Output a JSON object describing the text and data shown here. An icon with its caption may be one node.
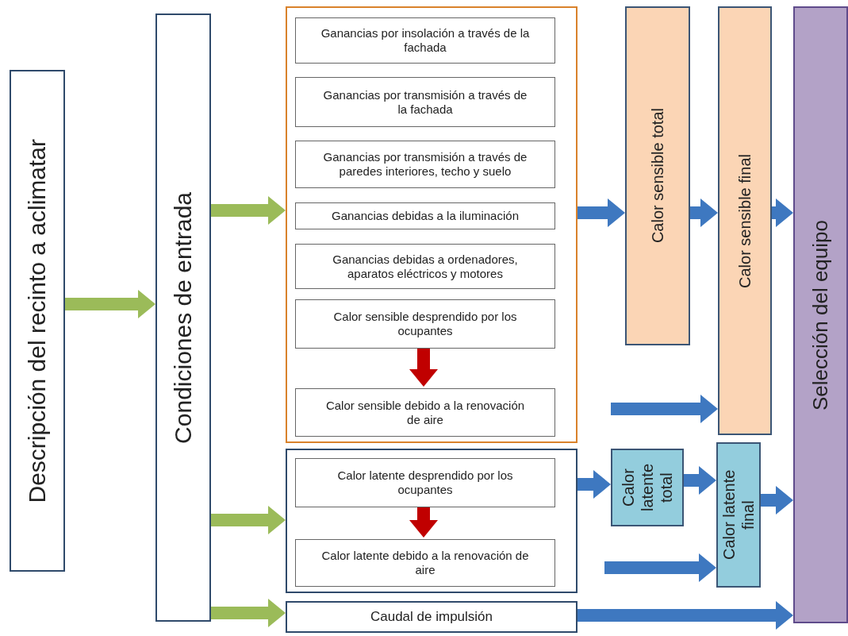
{
  "diagram": {
    "nodes": [
      {
        "text": [
          "Descripción del recinto a aclimatar"
        ]
      },
      {
        "text": [
          "Condiciones de entrada"
        ]
      },
      {
        "text": [],
        "shape": "box"
      },
      {
        "text": [
          "Ganancias por insolación a través de la fachada"
        ],
        "in": 2
      },
      {
        "text": [
          "Ganancias por transmisión a través de la fachada"
        ],
        "in": 2
      },
      {
        "text": [
          "Ganancias por transmisión a través de paredes interiores, techo y suelo"
        ],
        "in": 2
      },
      {
        "text": [
          "Ganancias debidas a la iluminación"
        ],
        "in": 2
      },
      {
        "text": [
          "Ganancias debidas a ordenadores, aparatos eléctricos y motores"
        ],
        "in": 2
      },
      {
        "text": [
          "Calor sensible desprendido por los ocupantes"
        ],
        "in": 2
      },
      {
        "text": [
          "Calor sensible debido a la renovación de aire"
        ],
        "in": 2
      },
      {
        "text": [],
        "shape": "box"
      },
      {
        "text": [
          "Calor latente desprendido por los ocupantes"
        ],
        "in": 10
      },
      {
        "text": [
          "Calor latente debido a la renovación de aire"
        ],
        "in": 10
      },
      {
        "text": [
          "Caudal de impulsión"
        ]
      },
      {
        "text": [
          "Calor sensible total"
        ]
      },
      {
        "text": [
          "Calor sensible final"
        ]
      },
      {
        "text": [
          "Calor latente total"
        ]
      },
      {
        "text": [
          "Calor latente final"
        ]
      },
      {
        "text": [
          "Selección del equipo"
        ]
      }
    ],
    "edges": [
      {
        "from": 0,
        "to": 1,
        "arrow": "to",
        "color": "#9bbb59"
      },
      {
        "from": 1,
        "to": 2,
        "arrow": "to",
        "color": "#9bbb59"
      },
      {
        "from": 1,
        "to": 10,
        "arrow": "to",
        "color": "#9bbb59"
      },
      {
        "from": 1,
        "to": 13,
        "arrow": "to",
        "color": "#9bbb59"
      },
      {
        "from": 8,
        "to": 9,
        "arrow": "to",
        "color": "#c00000"
      },
      {
        "from": 11,
        "to": 12,
        "arrow": "to",
        "color": "#c00000"
      },
      {
        "from": 2,
        "to": 14,
        "arrow": "to"
      },
      {
        "from": 14,
        "to": 15,
        "arrow": "to"
      },
      {
        "from": 15,
        "to": 18,
        "arrow": "to"
      },
      {
        "from": null,
        "to": 15,
        "arrow": "to"
      },
      {
        "from": 10,
        "to": 16,
        "arrow": "to"
      },
      {
        "from": 16,
        "to": 17,
        "arrow": "to"
      },
      {
        "from": 17,
        "to": 18,
        "arrow": "to"
      },
      {
        "from": null,
        "to": 17,
        "arrow": "to"
      },
      {
        "from": 13,
        "to": 18,
        "arrow": "to"
      }
    ]
  }
}
